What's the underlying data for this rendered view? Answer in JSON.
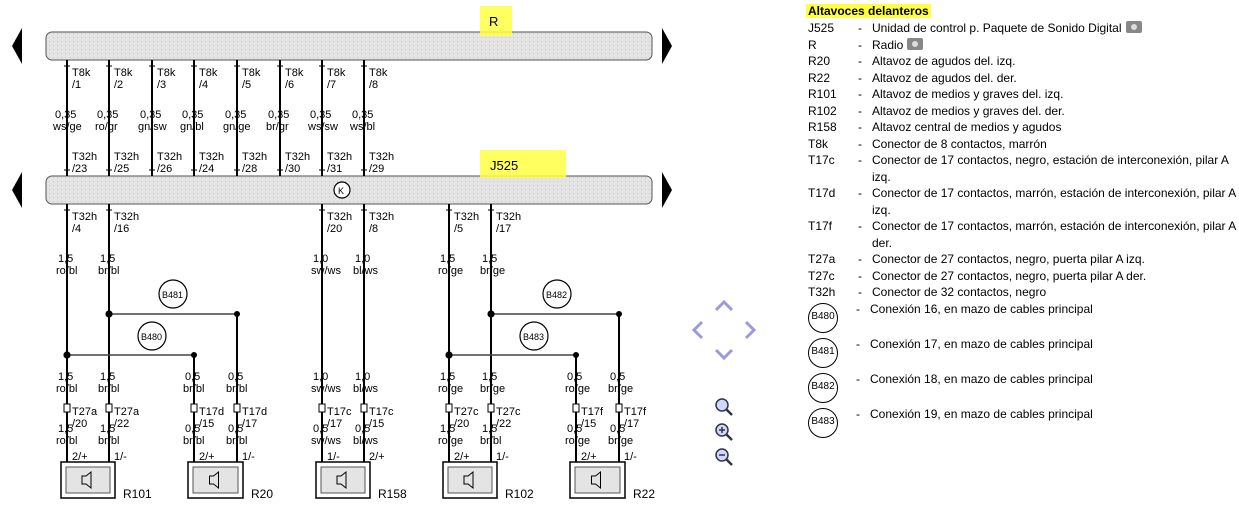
{
  "diagram": {
    "unit_top_label": "R",
    "unit_mid_label": "J525",
    "ground_symbol_label": "K",
    "top_pins": [
      {
        "conn": "T8k",
        "pin": "/1",
        "size": "0,35",
        "color": "ws/ge",
        "jconn": "T32h",
        "jpin": "/23"
      },
      {
        "conn": "T8k",
        "pin": "/2",
        "size": "0,35",
        "color": "ro/gr",
        "jconn": "T32h",
        "jpin": "/25"
      },
      {
        "conn": "T8k",
        "pin": "/3",
        "size": "0,35",
        "color": "gn/sw",
        "jconn": "T32h",
        "jpin": "/26"
      },
      {
        "conn": "T8k",
        "pin": "/4",
        "size": "0,35",
        "color": "gn/bl",
        "jconn": "T32h",
        "jpin": "/24"
      },
      {
        "conn": "T8k",
        "pin": "/5",
        "size": "0,35",
        "color": "gn/ge",
        "jconn": "T32h",
        "jpin": "/28"
      },
      {
        "conn": "T8k",
        "pin": "/6",
        "size": "0,35",
        "color": "br/gr",
        "jconn": "T32h",
        "jpin": "/30"
      },
      {
        "conn": "T8k",
        "pin": "/7",
        "size": "0,35",
        "color": "ws/sw",
        "jconn": "T32h",
        "jpin": "/31"
      },
      {
        "conn": "T8k",
        "pin": "/8",
        "size": "0,35",
        "color": "ws/bl",
        "jconn": "T32h",
        "jpin": "/29"
      }
    ],
    "out_pins": [
      {
        "conn": "T32h",
        "pin": "/4",
        "size": "1,5",
        "color": "ro/bl"
      },
      {
        "conn": "T32h",
        "pin": "/16",
        "size": "1,5",
        "color": "br/bl"
      },
      {
        "conn": "T32h",
        "pin": "/20",
        "size": "1,0",
        "color": "sw/ws"
      },
      {
        "conn": "T32h",
        "pin": "/8",
        "size": "1,0",
        "color": "bl/ws"
      },
      {
        "conn": "T32h",
        "pin": "/5",
        "size": "1,5",
        "color": "ro/ge"
      },
      {
        "conn": "T32h",
        "pin": "/17",
        "size": "1,5",
        "color": "br/ge"
      }
    ],
    "junctions": [
      "B481",
      "B480",
      "B482",
      "B483"
    ],
    "lower_wires": [
      {
        "size": "1,5",
        "color": "ro/bl",
        "conn": "T27a",
        "pin": "/20",
        "size2": "1,5",
        "color2": "ro/bl"
      },
      {
        "size": "1,5",
        "color": "br/bl",
        "conn": "T27a",
        "pin": "/22",
        "size2": "1,5",
        "color2": "br/bl"
      },
      {
        "size": "0,5",
        "color": "br/bl",
        "conn": "T17d",
        "pin": "/15",
        "size2": "0,5",
        "color2": "br/bl"
      },
      {
        "size": "0,5",
        "color": "br/bl",
        "conn": "T17d",
        "pin": "/17",
        "size2": "0,5",
        "color2": "br/bl"
      },
      {
        "size": "1,0",
        "color": "sw/ws",
        "conn": "T17c",
        "pin": "/17",
        "size2": "0,5",
        "color2": "sw/ws"
      },
      {
        "size": "1,0",
        "color": "bl/ws",
        "conn": "T17c",
        "pin": "/15",
        "size2": "0,5",
        "color2": "bl/ws"
      },
      {
        "size": "1,5",
        "color": "ro/ge",
        "conn": "T27c",
        "pin": "/20",
        "size2": "1,5",
        "color2": "ro/ge"
      },
      {
        "size": "1,5",
        "color": "br/ge",
        "conn": "T27c",
        "pin": "/22",
        "size2": "1,5",
        "color2": "br/bl"
      },
      {
        "size": "0,5",
        "color": "ro/ge",
        "conn": "T17f",
        "pin": "/15",
        "size2": "0,5",
        "color2": "ro/ge"
      },
      {
        "size": "0,5",
        "color": "br/ge",
        "conn": "T17f",
        "pin": "/17",
        "size2": "0,5",
        "color2": "br/ge"
      }
    ],
    "speakers": [
      {
        "name": "R101",
        "pinA": "2/+",
        "pinB": "1/-"
      },
      {
        "name": "R20",
        "pinA": "2/+",
        "pinB": "1/-"
      },
      {
        "name": "R158",
        "pinA": "1/-",
        "pinB": "2/+"
      },
      {
        "name": "R102",
        "pinA": "2/+",
        "pinB": "1/-"
      },
      {
        "name": "R22",
        "pinA": "2/+",
        "pinB": "1/-"
      }
    ]
  },
  "legend": {
    "title": "Altavoces delanteros",
    "items": [
      {
        "code": "J525",
        "text": "Unidad de control p. Paquete de Sonido Digital",
        "camera": true
      },
      {
        "code": "R",
        "text": "Radio",
        "camera": true
      },
      {
        "code": "R20",
        "text": "Altavoz de agudos del. izq."
      },
      {
        "code": "R22",
        "text": "Altavoz de agudos del. der."
      },
      {
        "code": "R101",
        "text": "Altavoz de medios y graves del. izq."
      },
      {
        "code": "R102",
        "text": "Altavoz de medios y graves del. der."
      },
      {
        "code": "R158",
        "text": "Altavoz central de medios y agudos"
      },
      {
        "code": "T8k",
        "text": "Conector de 8 contactos, marrón"
      },
      {
        "code": "T17c",
        "text": "Conector de 17 contactos, negro, estación de interconexión, pilar A izq."
      },
      {
        "code": "T17d",
        "text": "Conector de 17 contactos, marrón, estación de interconexión, pilar A izq."
      },
      {
        "code": "T17f",
        "text": "Conector de 17 contactos, marrón, estación de interconexión, pilar A der."
      },
      {
        "code": "T27a",
        "text": "Conector de 27 contactos, negro, puerta pilar A izq."
      },
      {
        "code": "T27c",
        "text": "Conector de 27 contactos, negro, puerta pilar A der."
      },
      {
        "code": "T32h",
        "text": "Conector de 32 contactos, negro"
      }
    ],
    "circle_items": [
      {
        "code": "B480",
        "text": "Conexión 16, en mazo de cables principal"
      },
      {
        "code": "B481",
        "text": "Conexión 17, en mazo de cables principal"
      },
      {
        "code": "B482",
        "text": "Conexión 18, en mazo de cables principal"
      },
      {
        "code": "B483",
        "text": "Conexión 19, en mazo de cables principal"
      }
    ]
  },
  "colors": {
    "highlight": "#ffff44",
    "bar_fill": "#e2e2e2",
    "nav": "#9a9ae0"
  }
}
